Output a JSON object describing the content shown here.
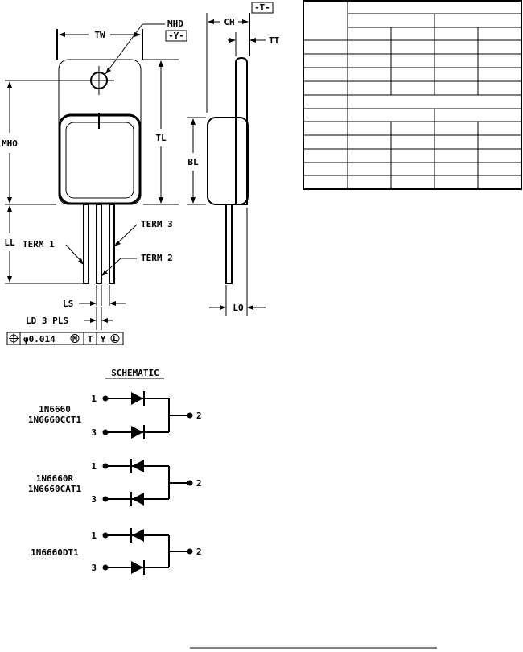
{
  "dimensions": {
    "tw": "TW",
    "mhd": "MHD",
    "datum_y": "-Y-",
    "ch": "CH",
    "datum_t": "-T-",
    "tt": "TT",
    "mho": "MHO",
    "tl": "TL",
    "bl": "BL",
    "ll": "LL",
    "term1": "TERM 1",
    "term2": "TERM 2",
    "term3": "TERM 3",
    "ls": "LS",
    "ld": "LD 3 PLS",
    "lo": "LO"
  },
  "tolerance_frame": {
    "value": "φ0.014",
    "datum_a": "T",
    "datum_b": "Y"
  },
  "schematic": {
    "title": "SCHEMATIC",
    "circuits": [
      {
        "name1": "1N6660",
        "name2": "1N6660CCT1",
        "pin_a": "1",
        "pin_b": "3",
        "pin_out": "2"
      },
      {
        "name1": "1N6660R",
        "name2": "1N6660CAT1",
        "pin_a": "1",
        "pin_b": "3",
        "pin_out": "2"
      },
      {
        "name1": "1N6660DT1",
        "name2": "",
        "pin_a": "1",
        "pin_b": "3",
        "pin_out": "2"
      }
    ]
  }
}
